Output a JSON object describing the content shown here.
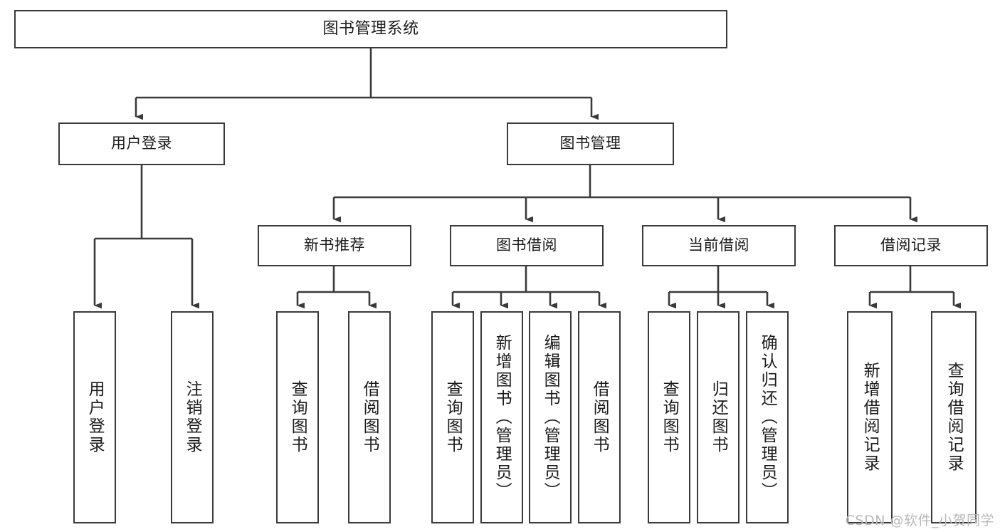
{
  "diagram": {
    "title": "图书管理系统",
    "watermark": "CSDN @软件_小贺同学",
    "line_color": "#3a3a3a",
    "box_fill": "#ffffff",
    "text_color": "#1b1b1b",
    "watermark_color": "#b9b9b9"
  },
  "nodes": {
    "root": {
      "label": "图书管理系统"
    },
    "level2": [
      {
        "label": "用户登录"
      },
      {
        "label": "图书管理"
      }
    ],
    "level3": [
      {
        "label": "新书推荐"
      },
      {
        "label": "图书借阅"
      },
      {
        "label": "当前借阅"
      },
      {
        "label": "借阅记录"
      }
    ],
    "leaves": {
      "user_login": [
        {
          "label": "用户登录"
        },
        {
          "label": "注销登录"
        }
      ],
      "new_book_recommend": [
        {
          "label": "查询图书"
        },
        {
          "label": "借阅图书"
        }
      ],
      "book_borrow": [
        {
          "label": "查询图书"
        },
        {
          "label": "新增图书（管理员）"
        },
        {
          "label": "编辑图书（管理员）"
        },
        {
          "label": "借阅图书"
        }
      ],
      "current_borrow": [
        {
          "label": "查询图书"
        },
        {
          "label": "归还图书"
        },
        {
          "label": "确认归还（管理员）"
        }
      ],
      "borrow_record": [
        {
          "label": "新增借阅记录"
        },
        {
          "label": "查询借阅记录"
        }
      ]
    }
  },
  "chart_data": {
    "type": "table",
    "title": "图书管理系统 功能结构图",
    "tree": {
      "name": "图书管理系统",
      "children": [
        {
          "name": "用户登录",
          "children": [
            {
              "name": "用户登录"
            },
            {
              "name": "注销登录"
            }
          ]
        },
        {
          "name": "图书管理",
          "children": [
            {
              "name": "新书推荐",
              "children": [
                {
                  "name": "查询图书"
                },
                {
                  "name": "借阅图书"
                }
              ]
            },
            {
              "name": "图书借阅",
              "children": [
                {
                  "name": "查询图书"
                },
                {
                  "name": "新增图书（管理员）"
                },
                {
                  "name": "编辑图书（管理员）"
                },
                {
                  "name": "借阅图书"
                }
              ]
            },
            {
              "name": "当前借阅",
              "children": [
                {
                  "name": "查询图书"
                },
                {
                  "name": "归还图书"
                },
                {
                  "name": "确认归还（管理员）"
                }
              ]
            },
            {
              "name": "借阅记录",
              "children": [
                {
                  "name": "新增借阅记录"
                },
                {
                  "name": "查询借阅记录"
                }
              ]
            }
          ]
        }
      ]
    }
  }
}
